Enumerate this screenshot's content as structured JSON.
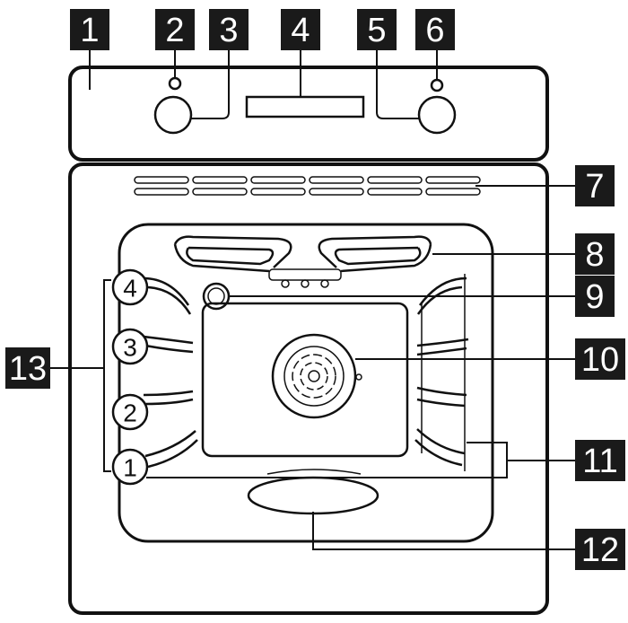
{
  "callouts": [
    "1",
    "2",
    "3",
    "4",
    "5",
    "6",
    "7",
    "8",
    "9",
    "10",
    "11",
    "12",
    "13"
  ],
  "shelf_levels": [
    "1",
    "2",
    "3",
    "4"
  ]
}
